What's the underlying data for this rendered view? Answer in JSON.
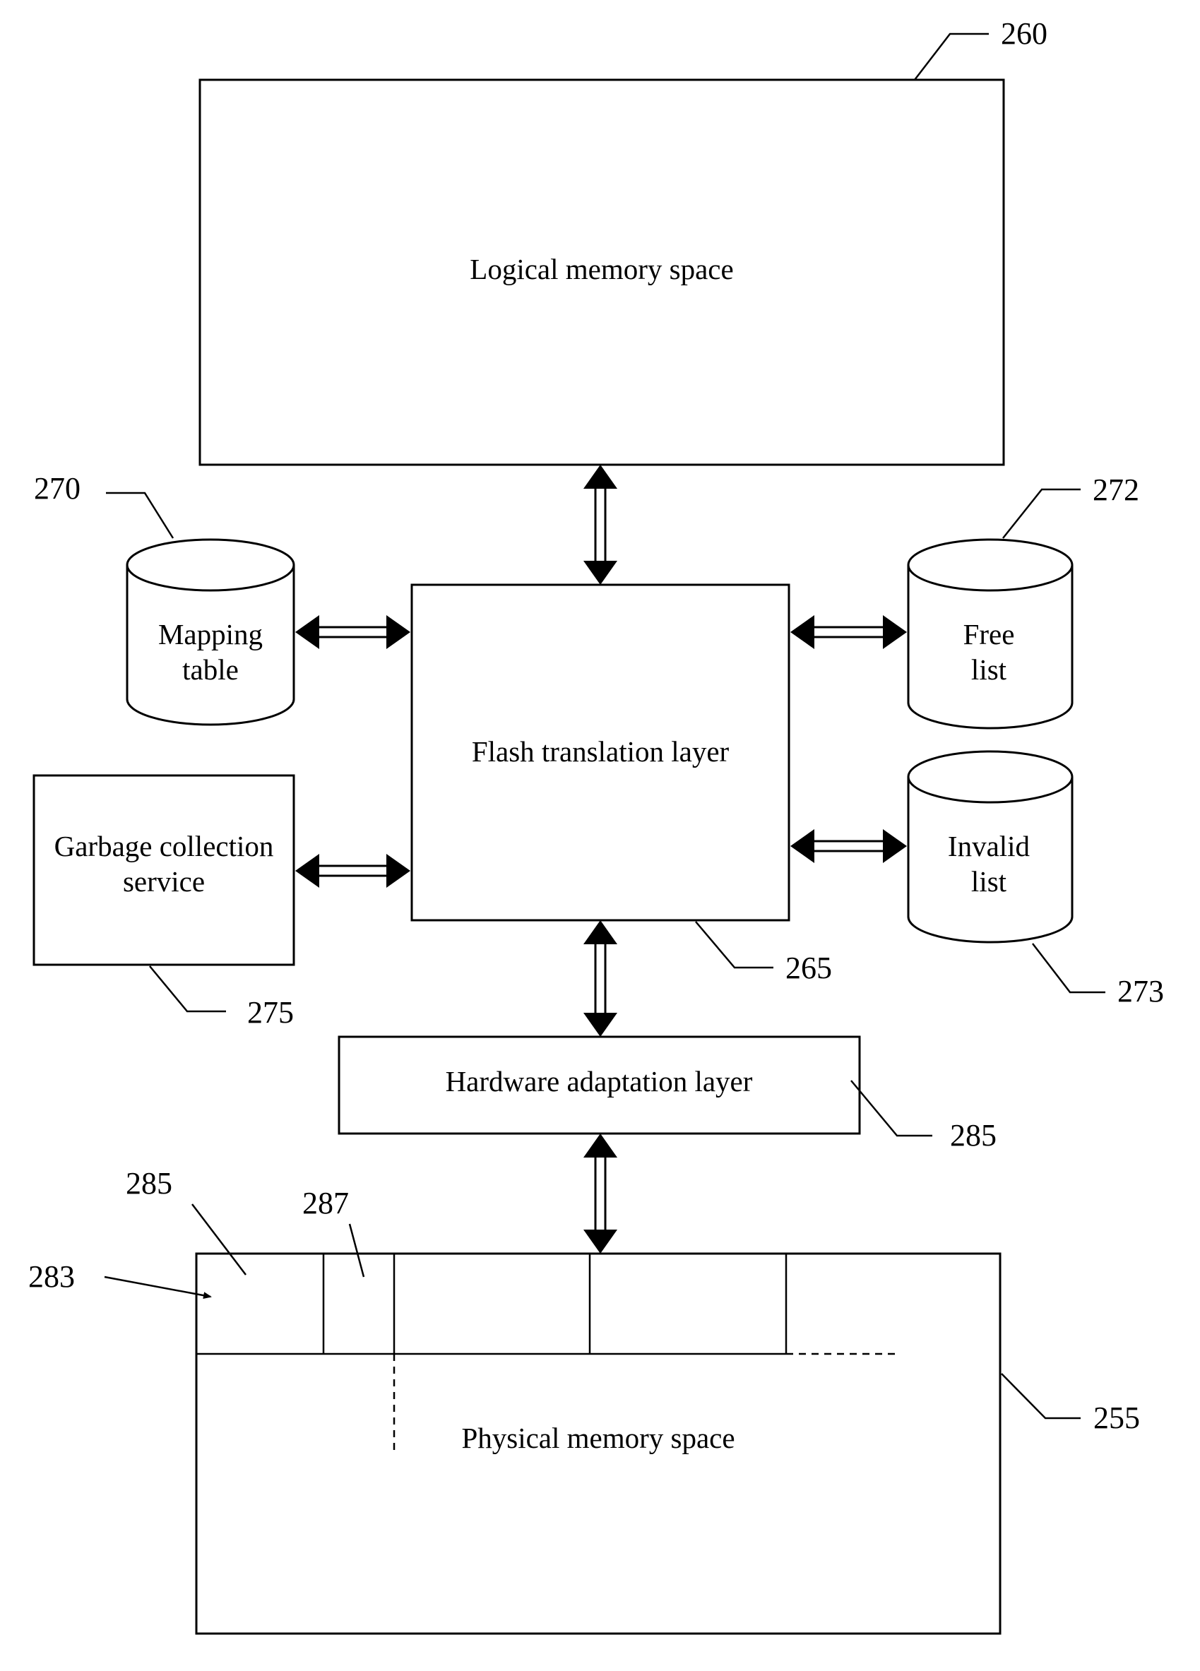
{
  "blocks": {
    "logical_memory": "Logical memory space",
    "ftl": "Flash translation layer",
    "mapping_table": [
      "Mapping",
      "table"
    ],
    "free_list": [
      "Free",
      "list"
    ],
    "invalid_list": [
      "Invalid",
      "list"
    ],
    "garbage_collection": [
      "Garbage collection",
      "service"
    ],
    "hal": "Hardware adaptation layer",
    "physical_memory": "Physical memory space"
  },
  "refs": {
    "logical_memory": "260",
    "mapping_table": "270",
    "free_list": "272",
    "invalid_list": "273",
    "ftl": "265",
    "garbage_collection": "275",
    "hal": "285",
    "physical_memory": "255",
    "block": "285",
    "page": "287",
    "block_arrow": "283"
  }
}
